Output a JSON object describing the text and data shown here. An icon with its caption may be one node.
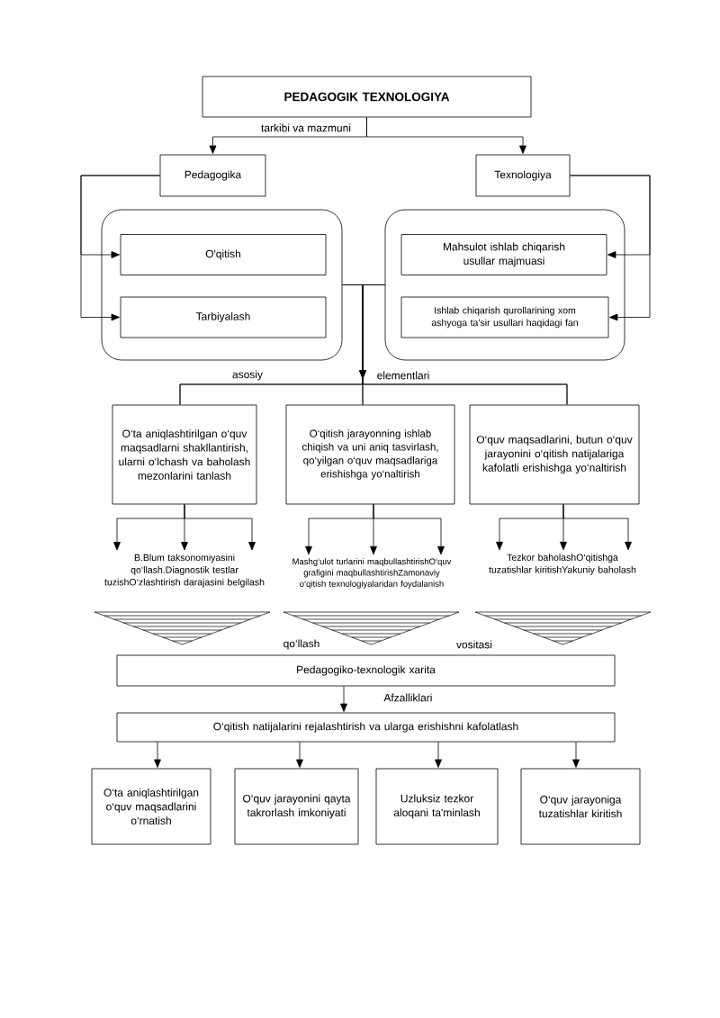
{
  "diagram": {
    "nodes": [
      {
        "text": [
          "PEDAGOGIK TEXNOLOGIYA"
        ]
      },
      {
        "text": [
          "Pedagogika"
        ]
      },
      {
        "text": [
          "Texnologiya"
        ]
      },
      {
        "text": [],
        "shape": "box"
      },
      {
        "text": [
          "O'qitish"
        ],
        "in": 3
      },
      {
        "text": [
          "Tarbiyalash"
        ],
        "in": 3
      },
      {
        "text": [],
        "shape": "box"
      },
      {
        "text": [
          "Mahsulot ishlab chiqarish usullar majmuasi"
        ],
        "in": 6
      },
      {
        "text": [
          "Ishlab chiqarish qurollarining xom ashyoga ta’sir usullari haqidagi fan"
        ],
        "in": 6
      },
      {
        "text": [
          "O‘ta aniqlashtirilgan o‘quv maqsadlarni shakllantirish, ularni o‘lchash va baholash mezonlarini tanlash"
        ]
      },
      {
        "text": [
          "O‘qitish jarayonning ishlab chiqish va uni aniq tasvirlash, qo‘yilgan o‘quv maqsadlariga erishishga yo‘naltirish"
        ]
      },
      {
        "text": [
          "O‘quv maqsadlarini, butun o‘quv jarayonini o‘qitish natijalariga kafolatli erishishga yo‘naltirish"
        ]
      },
      {
        "text": [
          "B.Blum taksonomiyasini qo‘llash.Diagnostik testlar tuzishO‘zlashtirish darajasini belgilash"
        ]
      },
      {
        "text": [
          "Mashg‘ulot turlarini maqbullashtirishO‘quv grafigini maqbullashtirishZamonaviy o‘qitish texnologiyalaridan foydalanish"
        ]
      },
      {
        "text": [
          "Tezkor baholashO‘qitishga tuzatishlar kiritishYakuniy baholash"
        ]
      },
      {
        "text": [
          "Pedagogiko-texnologik xarita"
        ]
      },
      {
        "text": [
          "O‘qitish natijalarini rejalashtirish va ularga erishishni kafolatlash"
        ]
      },
      {
        "text": [
          "O‘ta aniqlashtirilgan o‘quv maqsadlarini o‘rnatish"
        ]
      },
      {
        "text": [
          "O‘quv jarayonini qayta takrorlash imkoniyati"
        ]
      },
      {
        "text": [
          "Uzluksiz tezkor aloqani ta'minlash"
        ]
      },
      {
        "text": [
          "O‘quv jarayoniga tuzatishlar kiritish"
        ]
      }
    ],
    "edges": [
      {
        "from": 0,
        "to": 1,
        "arrow": "to"
      },
      {
        "from": 0,
        "to": 2,
        "arrow": "to"
      },
      {
        "from": 1,
        "to": 4,
        "arrow": "to"
      },
      {
        "from": 1,
        "to": 5,
        "arrow": "to"
      },
      {
        "from": 2,
        "to": 7,
        "arrow": "to"
      },
      {
        "from": 2,
        "to": 8,
        "arrow": "to"
      },
      {
        "from": 3,
        "to": 9,
        "arrow": "none"
      },
      {
        "from": 3,
        "to": 10,
        "arrow": "to"
      },
      {
        "from": 3,
        "to": 11,
        "arrow": "none"
      },
      {
        "from": 6,
        "to": 9,
        "arrow": "none"
      },
      {
        "from": 6,
        "to": 10,
        "arrow": "to"
      },
      {
        "from": 6,
        "to": 11,
        "arrow": "none"
      },
      {
        "from": 9,
        "to": 12,
        "arrow": "to"
      },
      {
        "from": 9,
        "to": 12,
        "arrow": "to"
      },
      {
        "from": 9,
        "to": 12,
        "arrow": "to"
      },
      {
        "from": 10,
        "to": 13,
        "arrow": "to"
      },
      {
        "from": 10,
        "to": 13,
        "arrow": "to"
      },
      {
        "from": 10,
        "to": 13,
        "arrow": "to"
      },
      {
        "from": 11,
        "to": 14,
        "arrow": "to"
      },
      {
        "from": 11,
        "to": 14,
        "arrow": "to"
      },
      {
        "from": 11,
        "to": 14,
        "arrow": "to"
      },
      {
        "from": 15,
        "to": 16,
        "arrow": "to",
        "label": "Afzalliklari"
      },
      {
        "from": 16,
        "to": 17,
        "arrow": "to"
      },
      {
        "from": 16,
        "to": 18,
        "arrow": "to"
      },
      {
        "from": 16,
        "to": 19,
        "arrow": "to"
      },
      {
        "from": 16,
        "to": 20,
        "arrow": "to"
      }
    ],
    "labels": [
      "tarkibi va mazmuni",
      "asosiy",
      "elementlari",
      "qo‘llash",
      "vositasi"
    ]
  }
}
